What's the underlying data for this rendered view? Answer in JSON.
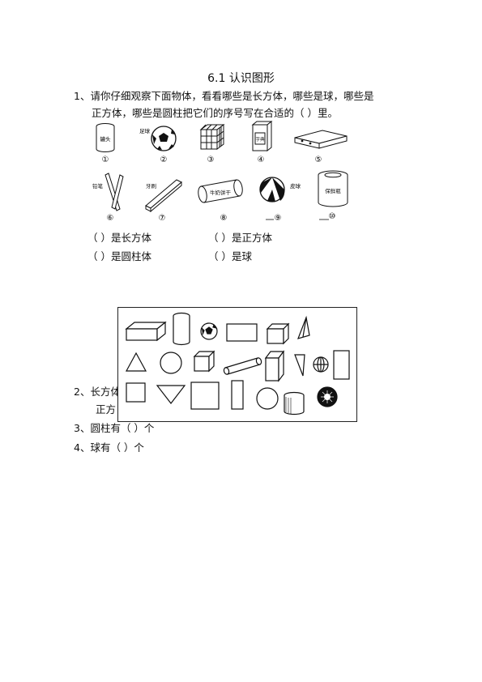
{
  "title": "6.1  认识图形",
  "q1": {
    "line1": "1、请你仔细观察下面物体，看看哪些是长方体，哪些是球，哪些是",
    "line2": "正方体，哪些是圆柱把它们的序号写在合适的（  ）里。"
  },
  "objects": [
    {
      "num": "①",
      "label": "罐头",
      "icon": "can-icon"
    },
    {
      "num": "②",
      "label": "足球",
      "icon": "soccer-ball-icon"
    },
    {
      "num": "③",
      "label": "",
      "icon": "rubiks-cube-icon"
    },
    {
      "num": "④",
      "label": "字典",
      "icon": "dictionary-box-icon"
    },
    {
      "num": "⑤",
      "label": "",
      "icon": "flat-box-icon"
    },
    {
      "num": "⑥",
      "label": "铅笔",
      "icon": "pencils-icon"
    },
    {
      "num": "⑦",
      "label": "牙刷",
      "icon": "toothbrush-box-icon"
    },
    {
      "num": "⑧",
      "label": "牛奶饼干",
      "icon": "cookie-roll-icon"
    },
    {
      "num": "⑨",
      "label": "皮球",
      "icon": "beach-ball-icon"
    },
    {
      "num": "⑩",
      "label": "保鲜瓶",
      "icon": "jar-icon"
    }
  ],
  "fills": {
    "cuboid": "（          ）是长方体",
    "cube": "（          ）是正方体",
    "cylinder": "（          ）是圆柱体",
    "sphere": "（          ）是球"
  },
  "q2": {
    "line1": "2、长方体",
    "line2": "正方"
  },
  "q3": "3、圆柱有（    ）个",
  "q4": "4、球有（    ）个"
}
